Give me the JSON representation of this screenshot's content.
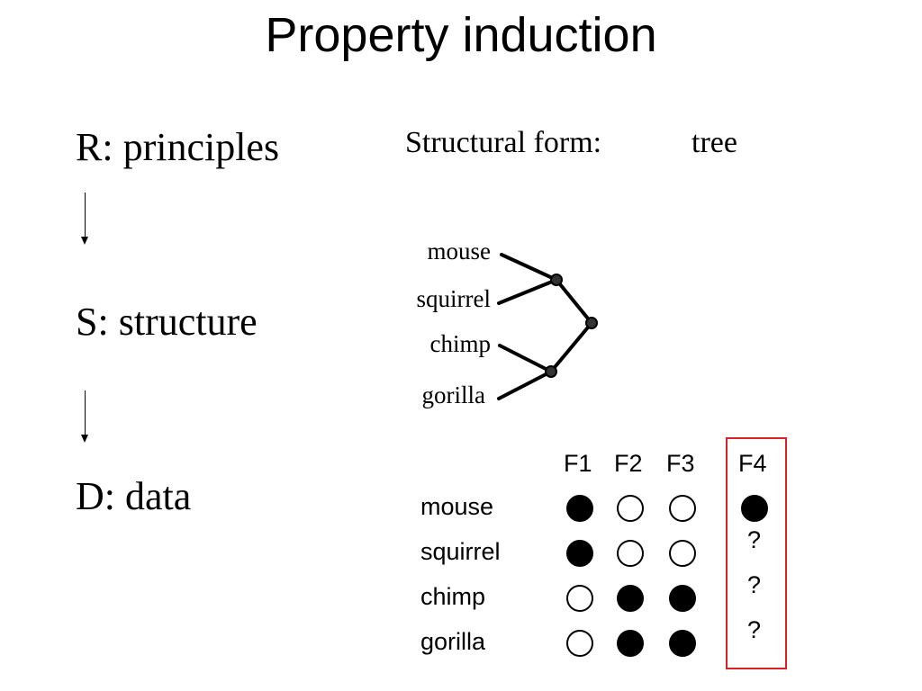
{
  "title": "Property induction",
  "levels": [
    "R: principles",
    "S: structure",
    "D: data"
  ],
  "structural_form": {
    "label": "Structural form:",
    "value": "tree"
  },
  "tree": {
    "leaves": [
      "mouse",
      "squirrel",
      "chimp",
      "gorilla"
    ]
  },
  "table": {
    "features": [
      "F1",
      "F2",
      "F3",
      "F4"
    ],
    "rows": [
      {
        "name": "mouse",
        "values": [
          true,
          false,
          false,
          true
        ]
      },
      {
        "name": "squirrel",
        "values": [
          true,
          false,
          false,
          "?"
        ]
      },
      {
        "name": "chimp",
        "values": [
          false,
          true,
          true,
          "?"
        ]
      },
      {
        "name": "gorilla",
        "values": [
          false,
          true,
          true,
          "?"
        ]
      }
    ]
  },
  "highlight_color": "#e02020"
}
